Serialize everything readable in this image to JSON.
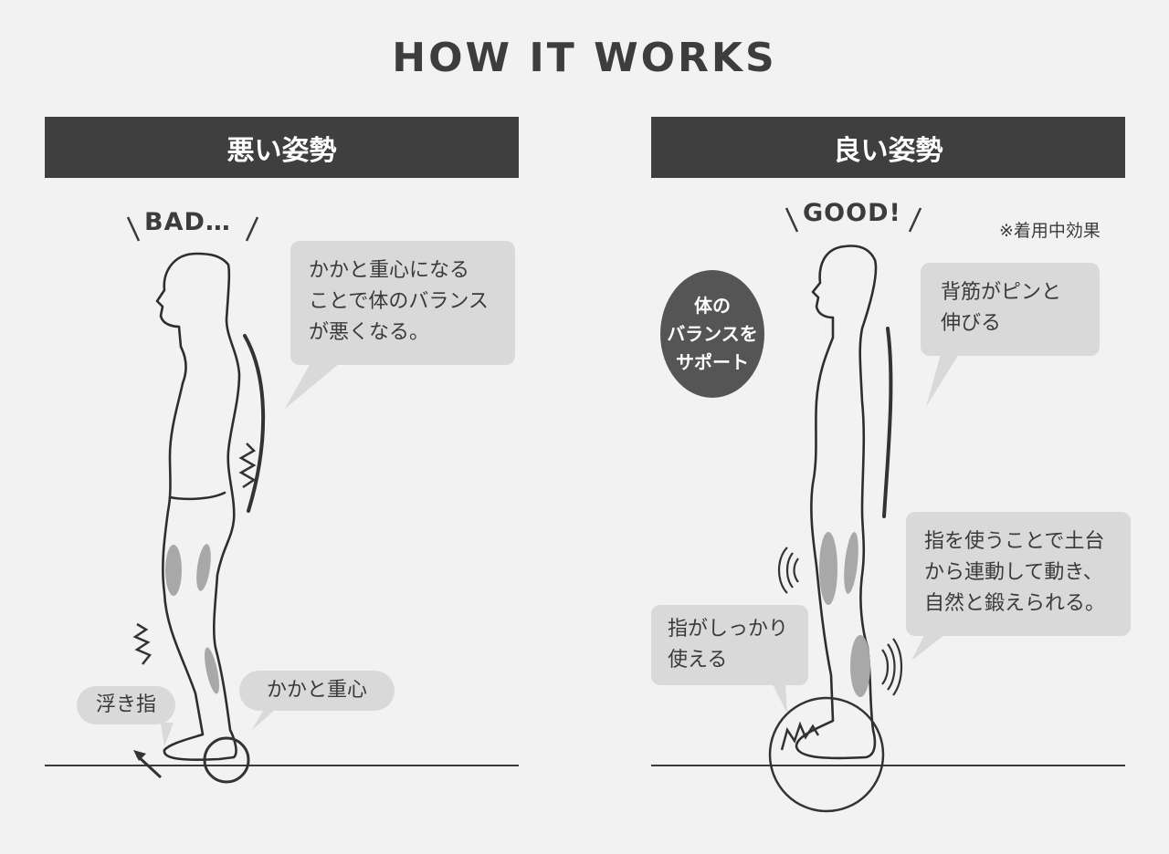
{
  "title": "HOW IT WORKS",
  "panels": {
    "bad": {
      "header": "悪い姿勢",
      "exclaim": "BAD…",
      "callouts": {
        "main": "かかと重心になる\nことで体のバランス\nが悪くなる。",
        "floating_toes": "浮き指",
        "heel_weight": "かかと重心"
      }
    },
    "good": {
      "header": "良い姿勢",
      "exclaim": "GOOD!",
      "note": "※着用中効果",
      "badge": "体の\nバランスを\nサポート",
      "callouts": {
        "back": "背筋がピンと\n伸びる",
        "toes_grip": "指がしっかり\n使える",
        "legs": "指を使うことで土台\nから連動して動き、\n自然と鍛えられる。"
      }
    }
  },
  "colors": {
    "background": "#f2f2f2",
    "header_bg": "#3f3f3f",
    "bubble_bg": "#d9d9d9",
    "badge_bg": "#555555",
    "line": "#333333",
    "muscle": "#a8a8a8"
  }
}
